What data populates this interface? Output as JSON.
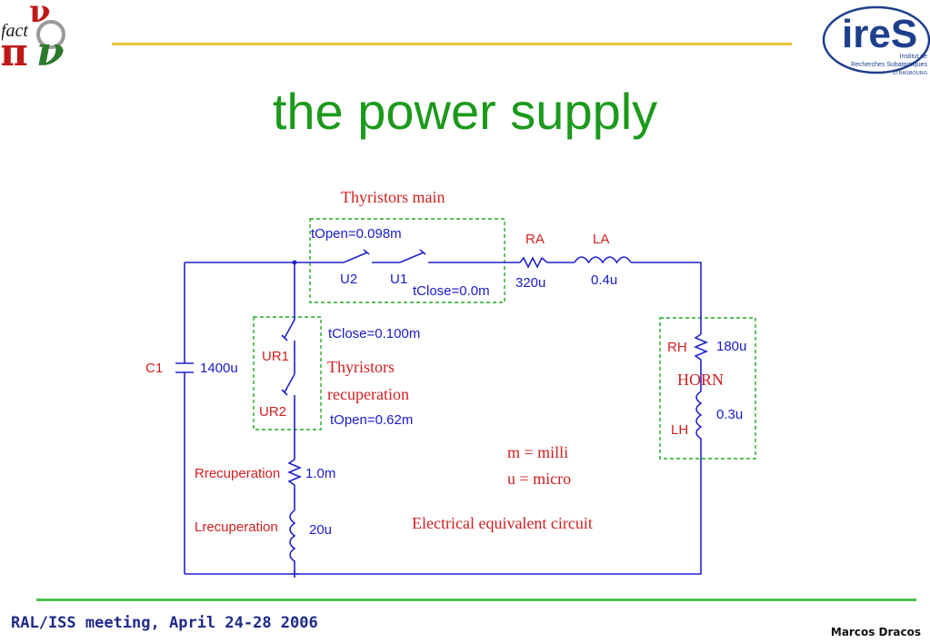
{
  "slide": {
    "title": "the power supply",
    "footer_left": "RAL/ISS meeting, April 24-28 2006",
    "footer_right": "Marcos Dracos"
  },
  "logos": {
    "left": {
      "text_fact": "fact",
      "text_pi": "π",
      "text_nu": "ν",
      "colors": {
        "red": "#c01818",
        "green": "#2c7a2c",
        "blue": "#1a1a8c"
      }
    },
    "right": {
      "name": "ireS",
      "line1": "Institut de",
      "line2": "Recherches Subatomiques",
      "line3": "STRASBOURG",
      "color": "#1e3f8c"
    }
  },
  "diagram": {
    "groups": {
      "thyristors_main": "Thyristors main",
      "thyristors_recuperation_1": "Thyristors",
      "thyristors_recuperation_2": "recuperation",
      "horn": "HORN"
    },
    "components": {
      "switch_main_open": "tOpen=0.098m",
      "u2": "U2",
      "u1": "U1",
      "switch_main_close": "tClose=0.0m",
      "ra_name": "RA",
      "ra_value": "320u",
      "la_name": "LA",
      "la_value": "0.4u",
      "c1_name": "C1",
      "c1_value": "1400u",
      "ur_close": "tClose=0.100m",
      "ur1": "UR1",
      "ur2": "UR2",
      "ur_open": "tOpen=0.62m",
      "rh_name": "RH",
      "rh_value": "180u",
      "lh_name": "LH",
      "lh_value": "0.3u",
      "rrec_name": "Rrecuperation",
      "rrec_value": "1.0m",
      "lrec_name": "Lrecuperation",
      "lrec_value": "20u"
    },
    "legend": {
      "m": "m = milli",
      "u": "u  = micro",
      "caption": "Electrical equivalent circuit"
    },
    "colors": {
      "wire": "#2222cc",
      "box": "#22aa22",
      "red_text": "#d22020",
      "blue_text": "#1a1acc"
    }
  }
}
